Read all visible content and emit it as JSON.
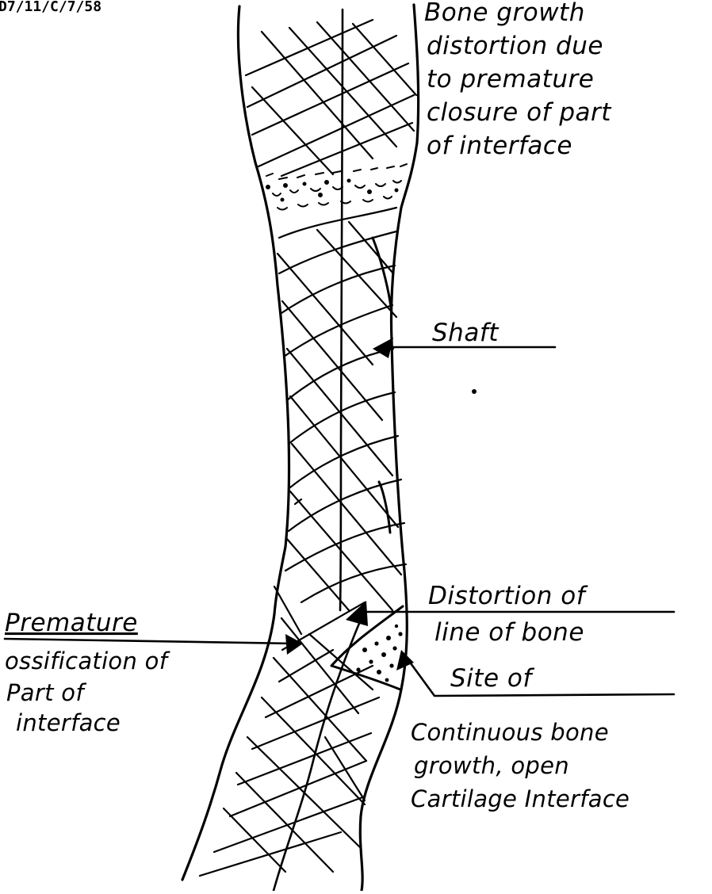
{
  "figure": {
    "reference": "D7/11/C/7/58",
    "labels": {
      "top_note": [
        "Bone growth",
        "distortion due",
        "to premature",
        "closure of part",
        "of interface"
      ],
      "shaft": "Shaft",
      "distortion": [
        "Distortion of",
        "line of bone"
      ],
      "premature_heading": "Premature",
      "premature_text": [
        "ossification of",
        "Part of",
        "interface"
      ],
      "site_heading": "Site of",
      "site_text": [
        "Continuous bone",
        "growth, open",
        "Cartilage Interface"
      ]
    }
  }
}
